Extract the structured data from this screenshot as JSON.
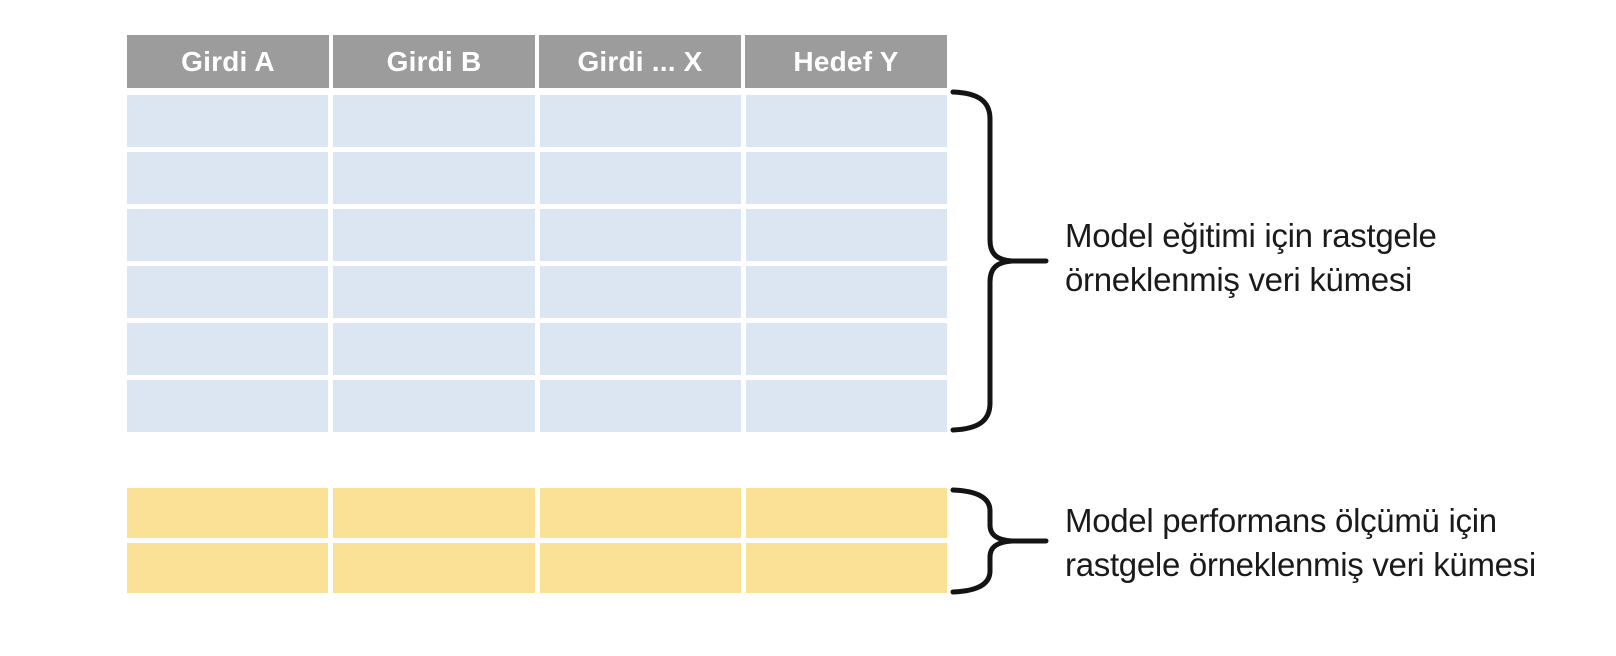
{
  "table": {
    "headers": [
      "Girdi A",
      "Girdi B",
      "Girdi ... X",
      "Hedef Y"
    ],
    "columns": 4,
    "train_rows": 6,
    "test_rows": 2
  },
  "annotations": {
    "train": {
      "line1": "Model eğitimi için rastgele",
      "line2": "örneklenmiş veri kümesi"
    },
    "test": {
      "line1": "Model performans ölçümü için",
      "line2": "rastgele örneklenmiş veri kümesi"
    }
  },
  "colors": {
    "header_bg": "#9c9c9c",
    "header_text": "#ffffff",
    "train_cell": "#dce6f2",
    "test_cell": "#fbe195",
    "brace": "#141414",
    "annotation_text": "#1a1a1a",
    "background": "#ffffff"
  }
}
